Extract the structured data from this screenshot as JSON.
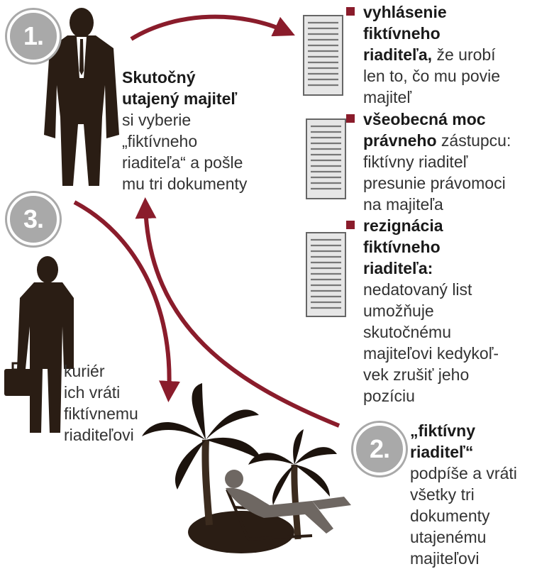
{
  "steps": {
    "step1": {
      "badge": "1.",
      "title_line1": "Skutočný",
      "title_line2": "utajený majiteľ",
      "body_lines": [
        "si vyberie",
        "„fiktívneho",
        "riaditeľa“ a pošle",
        "mu tri dokumenty"
      ]
    },
    "step2": {
      "badge": "2.",
      "title_line1": "„fiktívny",
      "title_line2": "riaditeľ“",
      "body_lines": [
        "podpíše a vráti",
        "všetky tri",
        "dokumenty",
        "utajenému",
        "majiteľovi"
      ]
    },
    "step3": {
      "badge": "3.",
      "body_lines": [
        "kuriér",
        "ich vráti",
        "fiktívnemu",
        "riaditeľovi"
      ]
    }
  },
  "documents": [
    {
      "head_lines": [
        "vyhlásenie",
        "fiktívneho"
      ],
      "head_tail": "riaditeľa,",
      "rest_inline": " že urobí",
      "body_lines": [
        "len to, čo mu povie",
        "majiteľ"
      ]
    },
    {
      "head_lines": [
        "všeobecná moc"
      ],
      "head_tail": "právneho",
      "rest_inline": " zástupcu:",
      "body_lines": [
        "fiktívny riaditeľ",
        "presunie právomoci",
        "na majiteľa"
      ]
    },
    {
      "head_lines": [
        "rezignácia",
        "fiktívneho",
        "riaditeľa:"
      ],
      "body_lines": [
        "nedatovaný list",
        "umožňuje",
        "skutočnému",
        "majiteľovi kedykoľ-",
        "vek zrušiť jeho",
        "pozíciu"
      ]
    }
  ],
  "colors": {
    "arrow": "#8a1c2b",
    "bullet": "#8a1c2b",
    "silhouette": "#2a1d14",
    "badge": "#a9a9a9"
  },
  "icons": [
    "owner-silhouette",
    "courier-silhouette",
    "document-icon",
    "palm-tree-icon",
    "lounging-person"
  ]
}
